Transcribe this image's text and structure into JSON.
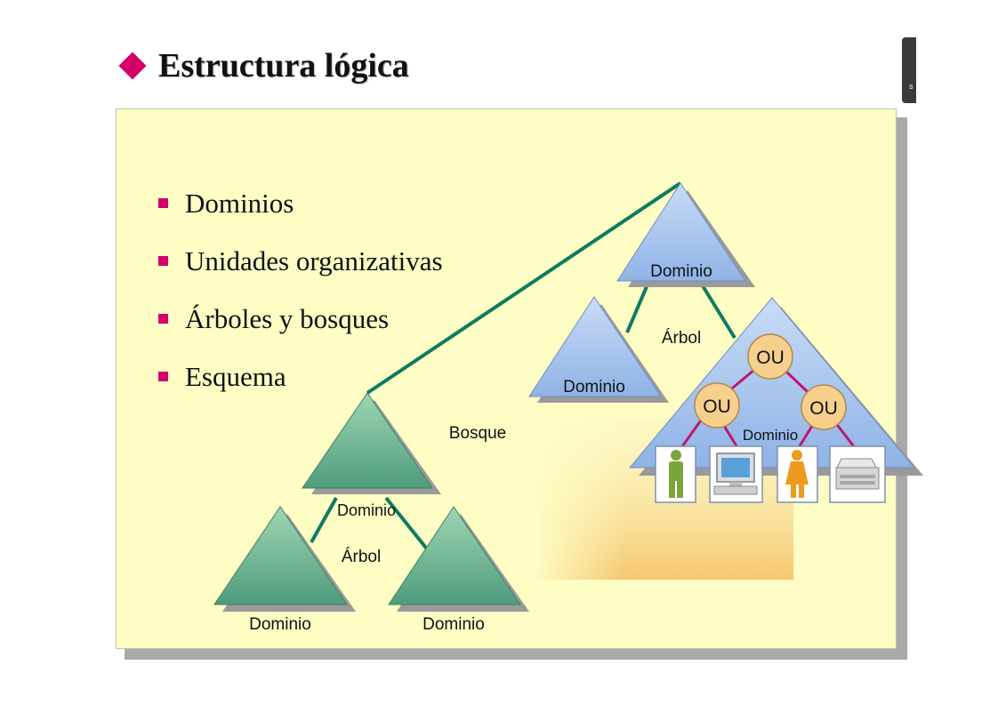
{
  "slide": {
    "title": "Estructura lógica",
    "side_tab_letter": "s"
  },
  "bullets": [
    "Dominios",
    "Unidades organizativas",
    "Árboles y bosques",
    "Esquema"
  ],
  "diagram": {
    "forest_label": "Bosque",
    "tree_left_label": "Árbol",
    "tree_right_label": "Árbol",
    "root_domain_label": "Dominio",
    "left_top_domain_label": "Dominio",
    "left_bottom_left_domain_label": "Dominio",
    "left_bottom_right_domain_label": "Dominio",
    "right_child_domain_label": "Dominio",
    "ou_domain_label": "Dominio",
    "ou_top_label": "OU",
    "ou_left_label": "OU",
    "ou_right_label": "OU",
    "object_icons": [
      "person-green-icon",
      "computer-icon",
      "person-orange-icon",
      "printer-icon"
    ],
    "colors": {
      "accent": "#d4006a",
      "panel_bg": "#fdfdc4",
      "green_triangle": "#6bb595",
      "blue_triangle": "#a3c3ec",
      "connector": "#0f7a62",
      "ou_fill": "#f7cf8c",
      "ou_line": "#c2156e"
    }
  }
}
